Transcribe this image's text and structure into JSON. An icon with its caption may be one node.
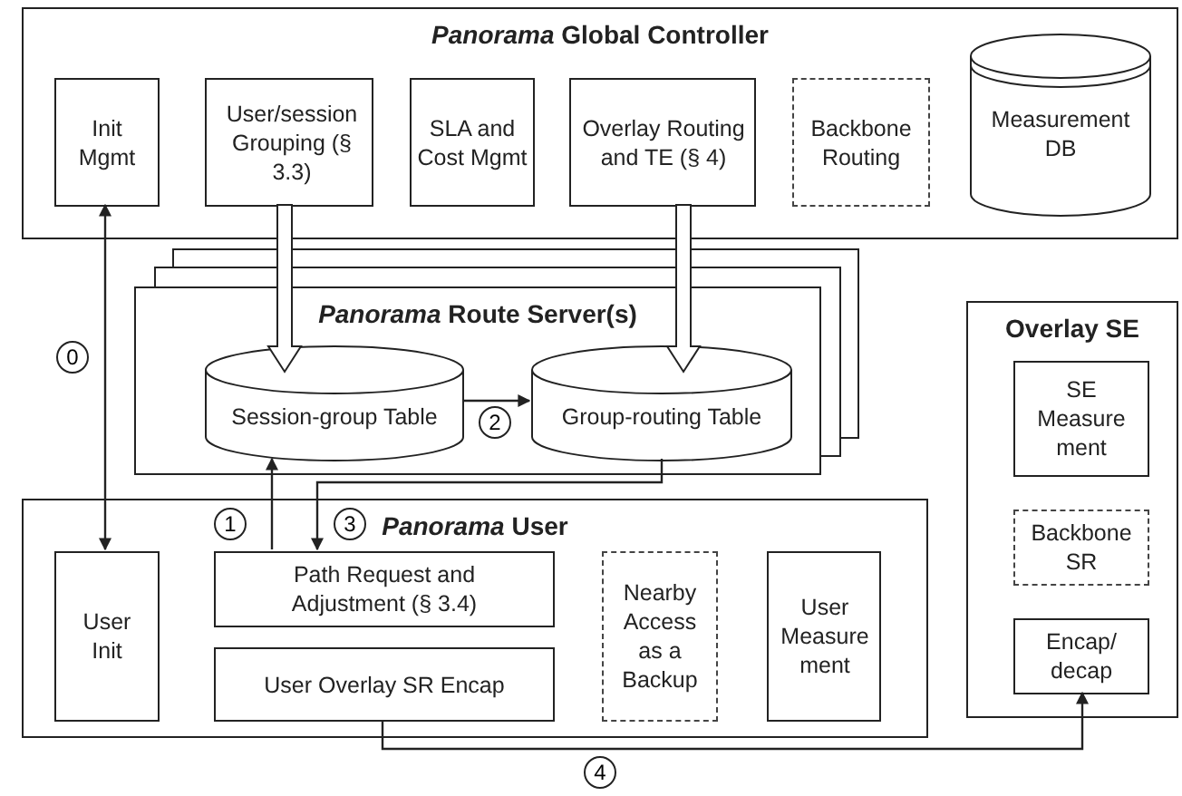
{
  "diagram": {
    "nodes": [
      {
        "text": [
          "*Panorama* Global Controller"
        ]
      },
      {
        "text": [
          "Init Mgmt"
        ],
        "in": 0
      },
      {
        "text": [
          "User/session Grouping (§ 3.3)"
        ],
        "in": 0
      },
      {
        "text": [
          "SLA and Cost Mgmt"
        ],
        "in": 0
      },
      {
        "text": [
          "Overlay Routing and TE (§ 4)"
        ],
        "in": 0
      },
      {
        "text": [
          "Backbone Routing"
        ],
        "in": 0
      },
      {
        "text": [
          "Measurement DB"
        ],
        "in": 0
      },
      {
        "text": [
          "*Panorama* Route Server(s)"
        ]
      },
      {
        "text": [
          "Session-group Table"
        ],
        "in": 7
      },
      {
        "text": [
          "Group-routing Table"
        ],
        "in": 7
      },
      {
        "text": [
          "*Panorama* User"
        ]
      },
      {
        "text": [
          "User Init"
        ],
        "in": 10
      },
      {
        "text": [
          "Path Request and Adjustment (§ 3.4)"
        ],
        "in": 10
      },
      {
        "text": [
          "User Overlay SR Encap"
        ],
        "in": 10
      },
      {
        "text": [
          "Nearby Access as a Backup"
        ],
        "in": 10
      },
      {
        "text": [
          "User Measure ment"
        ],
        "in": 10
      },
      {
        "text": [
          "Overlay SE"
        ]
      },
      {
        "text": [
          "SE Measure ment"
        ],
        "in": 16
      },
      {
        "text": [
          "Backbone SR"
        ],
        "in": 16
      },
      {
        "text": [
          "Encap/ decap"
        ],
        "in": 16
      }
    ],
    "edges": [
      {
        "from": 1,
        "to": 11,
        "arrow": "both",
        "label": "0"
      },
      {
        "from": 2,
        "to": 8,
        "arrow": "to",
        "style": "thick"
      },
      {
        "from": 4,
        "to": 9,
        "arrow": "to",
        "style": "thick"
      },
      {
        "from": 8,
        "to": 9,
        "arrow": "to",
        "label": "2"
      },
      {
        "from": 12,
        "to": 8,
        "arrow": "to",
        "label": "1"
      },
      {
        "from": 9,
        "to": 12,
        "arrow": "to",
        "label": "3"
      },
      {
        "from": 13,
        "to": 19,
        "arrow": "to",
        "label": "4"
      }
    ]
  }
}
